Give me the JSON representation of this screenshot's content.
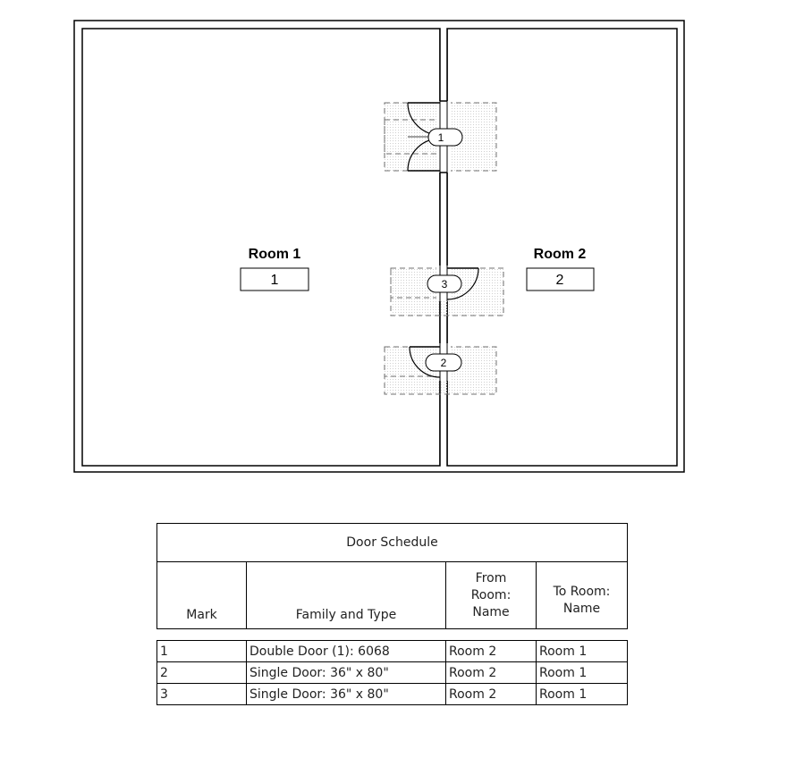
{
  "rooms": [
    {
      "name": "Room 1",
      "number": "1"
    },
    {
      "name": "Room 2",
      "number": "2"
    }
  ],
  "door_tags": [
    "1",
    "3",
    "2"
  ],
  "schedule": {
    "title": "Door Schedule",
    "headers": {
      "mark": "Mark",
      "family_type": "Family and Type",
      "from_room": [
        "From",
        "Room:",
        "Name"
      ],
      "to_room": [
        "To Room:",
        "Name"
      ]
    },
    "rows": [
      {
        "mark": "1",
        "family_type": "Double Door (1): 6068",
        "from_room": "Room 2",
        "to_room": "Room 1"
      },
      {
        "mark": "2",
        "family_type": "Single Door: 36\" x 80\"",
        "from_room": "Room 2",
        "to_room": "Room 1"
      },
      {
        "mark": "3",
        "family_type": "Single Door: 36\" x 80\"",
        "from_room": "Room 2",
        "to_room": "Room 1"
      }
    ]
  },
  "colors": {
    "line": "#000000",
    "dash": "#707070",
    "hatch": "#d8d8d8"
  }
}
